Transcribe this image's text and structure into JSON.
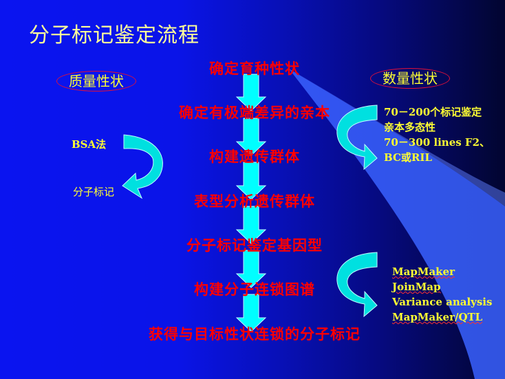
{
  "slide": {
    "title": "分子标记鉴定流程",
    "steps": [
      "确定育种性状",
      "确定有极端差异的亲本",
      "构建遗传群体",
      "表型分析遗传群体",
      "分子标记鉴定基因型",
      "构建分子连锁图谱",
      "获得与目标性状连锁的分子标记"
    ],
    "left": {
      "heading": "质量性状",
      "from": "BSA法",
      "to": "分子标记"
    },
    "right": {
      "heading": "数量性状",
      "notes": [
        "70－200个标记鉴定",
        "亲本多态性",
        "70－300 lines F2、",
        "BC或RIL"
      ],
      "software": [
        "MapMaker",
        "JoinMap",
        "Variance analysis",
        "MapMaker/QTL"
      ]
    }
  },
  "colors": {
    "step_text": "#ff0000",
    "arrow": "#00ffff",
    "label": "#ffff33"
  }
}
